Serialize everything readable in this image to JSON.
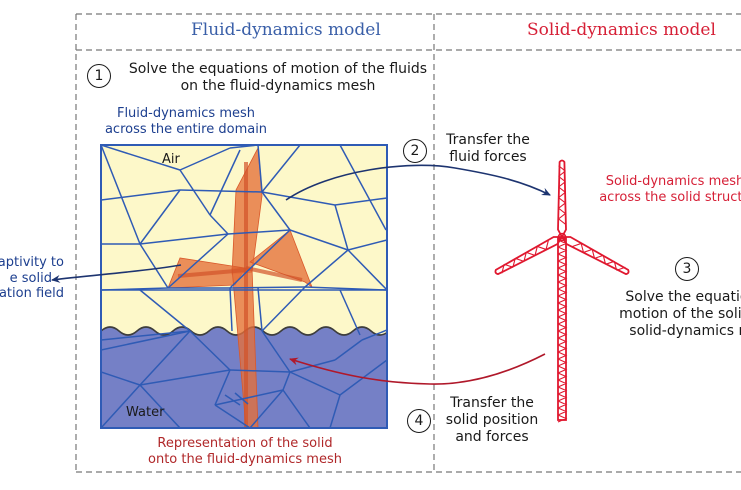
{
  "panels": {
    "fluid": {
      "title": "Fluid-dynamics model",
      "title_color": "#3a5fa8"
    },
    "solid": {
      "title": "Solid-dynamics model",
      "title_color": "#d61f36"
    }
  },
  "steps": [
    {
      "number": "1",
      "text_lines": [
        "Solve the equations of motion of the fluids",
        "on the fluid-dynamics mesh"
      ]
    },
    {
      "number": "2",
      "text_lines": [
        "Transfer the",
        "fluid forces"
      ]
    },
    {
      "number": "3",
      "text_lines": [
        "Solve the equations",
        "motion of the solids o",
        "solid-dynamics me"
      ]
    },
    {
      "number": "4",
      "text_lines": [
        "Transfer the",
        "solid position",
        "and forces"
      ]
    }
  ],
  "labels": {
    "fluid_mesh": [
      "Fluid-dynamics mesh",
      "across the entire domain"
    ],
    "solid_mesh": [
      "Solid-dynamics mesh",
      "across the solid structu"
    ],
    "adaptivity": [
      "aptivity to",
      "e solid",
      "ration field"
    ],
    "representation": [
      "Representation of the solid",
      "onto the fluid-dynamics mesh"
    ],
    "air": "Air",
    "water": "Water"
  },
  "colors": {
    "air_fill": "#fdf8c9",
    "water_fill": "#7580c6",
    "mesh_line": "#2f5bb5",
    "solid_orange": "#e4703a",
    "turbine_red": "#e0182f",
    "arrow_blue": "#1d3470",
    "arrow_red": "#b0182a",
    "dash_gray": "#777777"
  }
}
